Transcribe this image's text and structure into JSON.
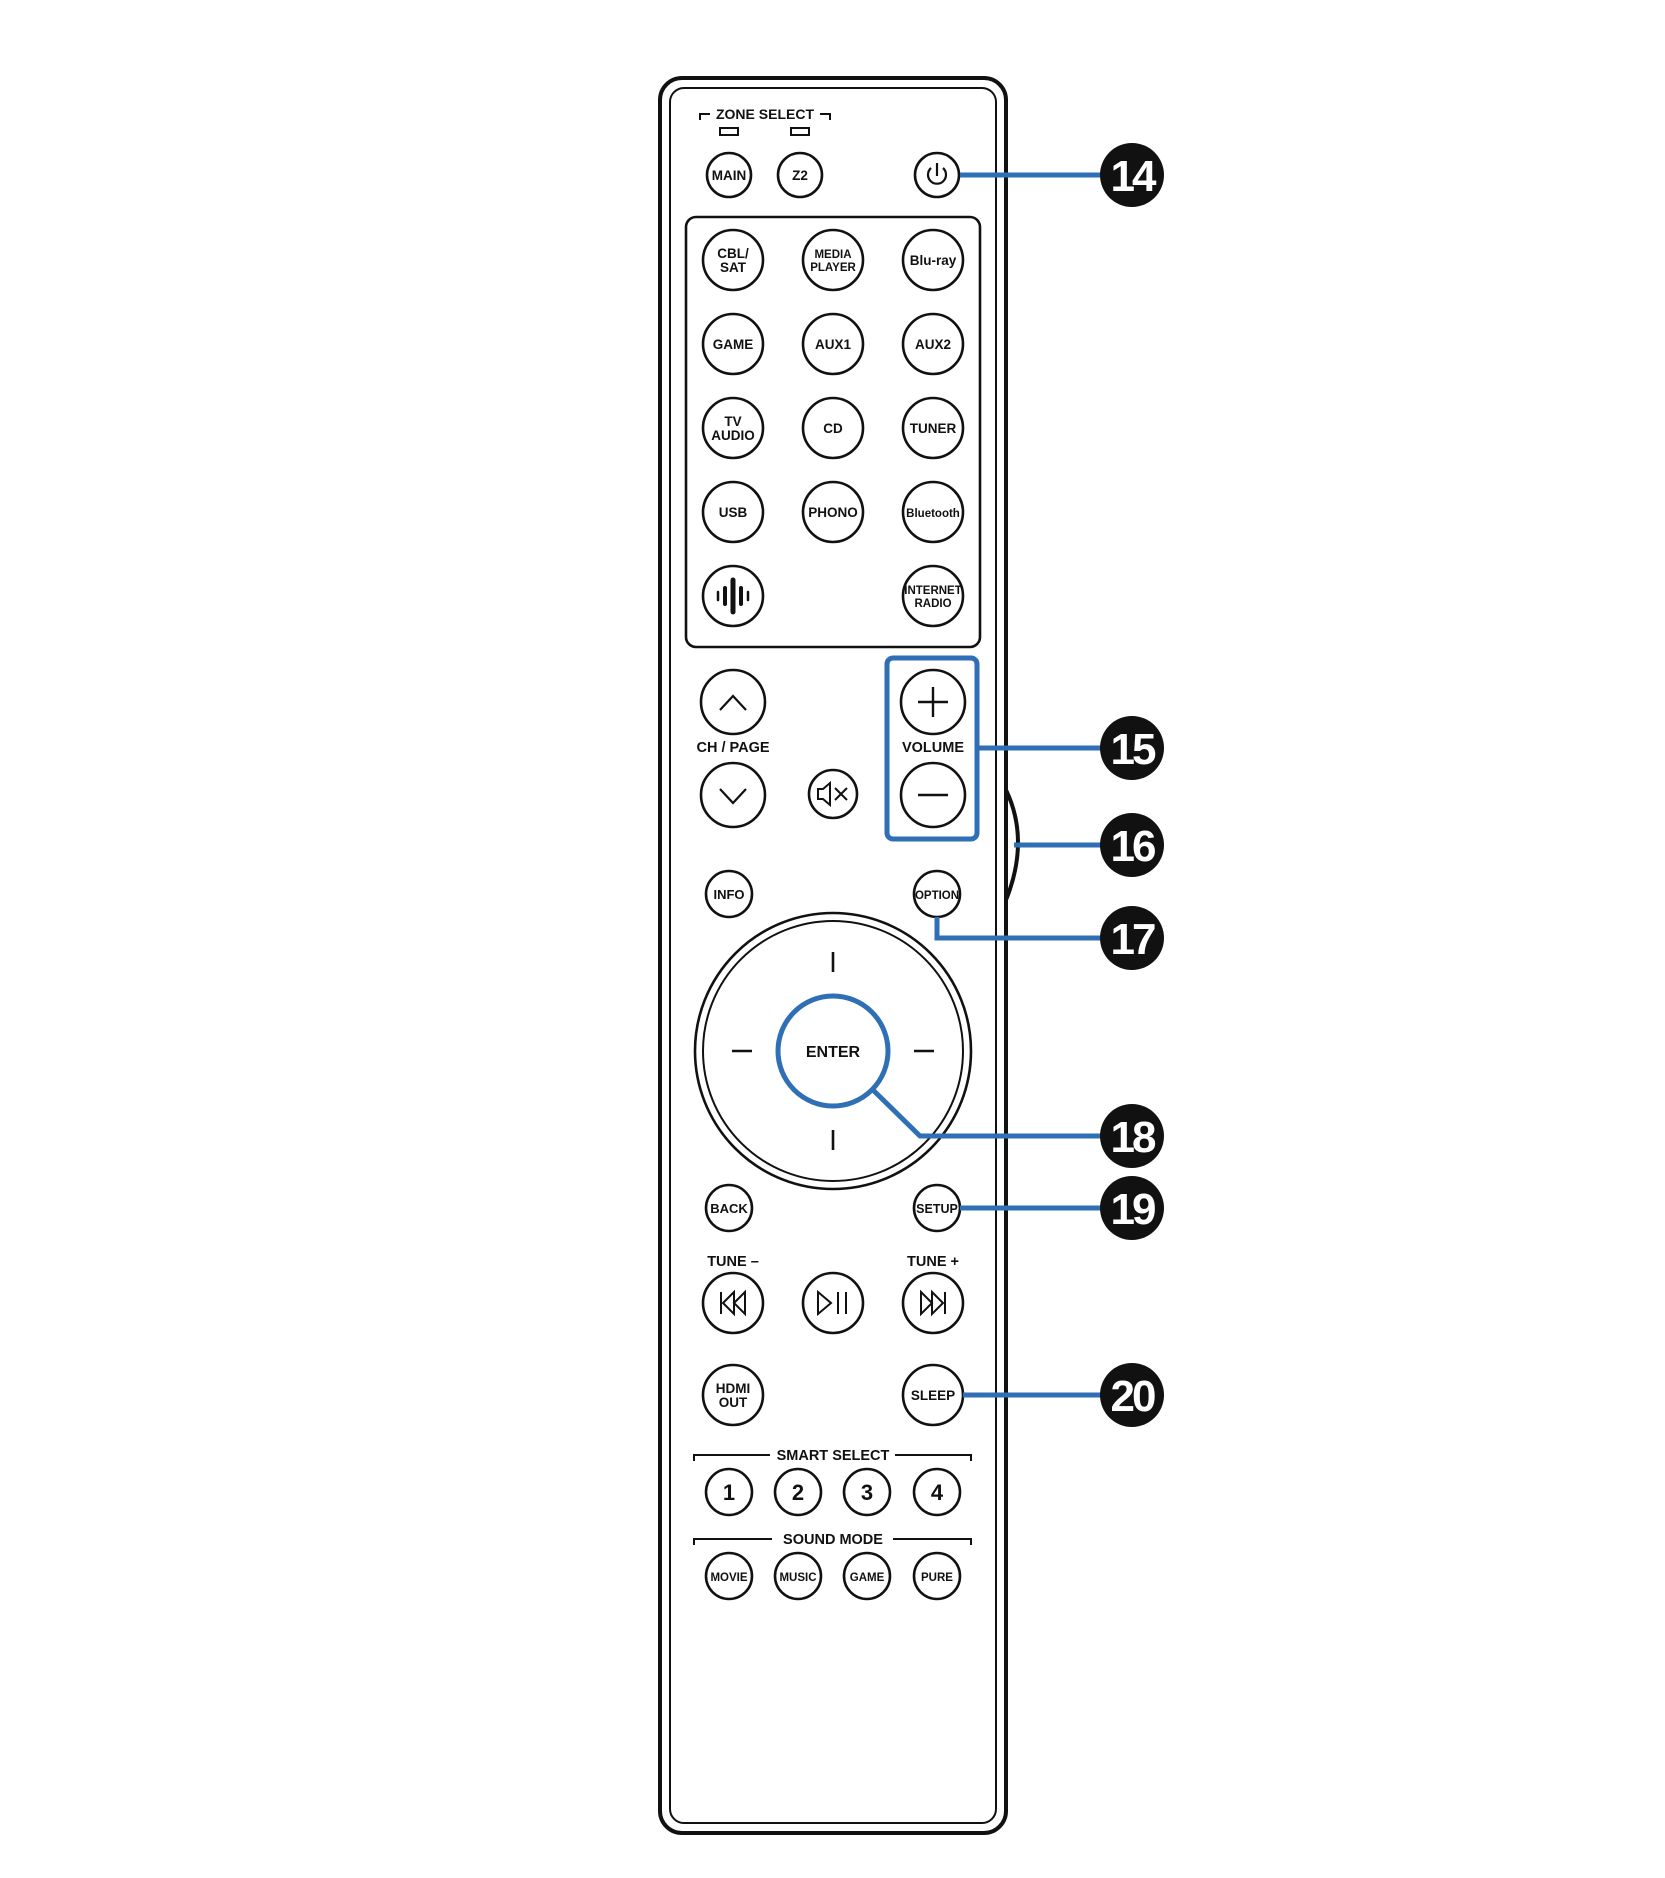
{
  "zone_select": {
    "label": "ZONE SELECT",
    "main": "MAIN",
    "z2": "Z2"
  },
  "sources": {
    "cbl_sat": [
      "CBL/",
      "SAT"
    ],
    "media_player": [
      "MEDIA",
      "PLAYER"
    ],
    "bluray": "Blu-ray",
    "game": "GAME",
    "aux1": "AUX1",
    "aux2": "AUX2",
    "tv_audio": [
      "TV",
      "AUDIO"
    ],
    "cd": "CD",
    "tuner": "TUNER",
    "usb": "USB",
    "phono": "PHONO",
    "bluetooth": "Bluetooth",
    "internet_radio": [
      "INTERNET",
      "RADIO"
    ]
  },
  "ch_page": "CH / PAGE",
  "volume": "VOLUME",
  "info": "INFO",
  "option": "OPTION",
  "enter": "ENTER",
  "back": "BACK",
  "setup": "SETUP",
  "tune_minus": "TUNE –",
  "tune_plus": "TUNE +",
  "hdmi_out": [
    "HDMI",
    "OUT"
  ],
  "sleep": "SLEEP",
  "smart_select": {
    "label": "SMART SELECT",
    "buttons": [
      "1",
      "2",
      "3",
      "4"
    ]
  },
  "sound_mode": {
    "label": "SOUND MODE",
    "buttons": [
      "MOVIE",
      "MUSIC",
      "GAME",
      "PURE"
    ]
  },
  "callouts": [
    "14",
    "15",
    "16",
    "17",
    "18",
    "19",
    "20"
  ],
  "colors": {
    "callout_line": "#2f6fb5",
    "callout_badge": "#111111",
    "outline": "#111111"
  }
}
